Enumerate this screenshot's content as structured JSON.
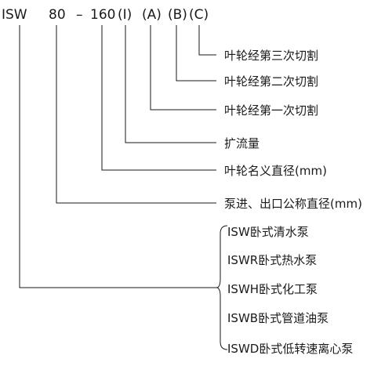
{
  "model_code": {
    "prefix": "ISW",
    "inlet_size": "80",
    "dash": "–",
    "impeller_size": "160",
    "flow_mark": "(I)",
    "cut_a": "(A)",
    "cut_b": "(B)",
    "cut_c": "(C)"
  },
  "explanations": [
    "叶轮经第三次切割",
    "叶轮经第二次切割",
    "叶轮经第一次切割",
    "扩流量",
    "叶轮名义直径(mm)",
    "泵进、出口公称直径(mm)"
  ],
  "pump_types": [
    "ISW卧式清水泵",
    "ISWR卧式热水泵",
    "ISWH卧式化工泵",
    "ISWB卧式管道油泵",
    "ISWD卧式低转速离心泵"
  ]
}
